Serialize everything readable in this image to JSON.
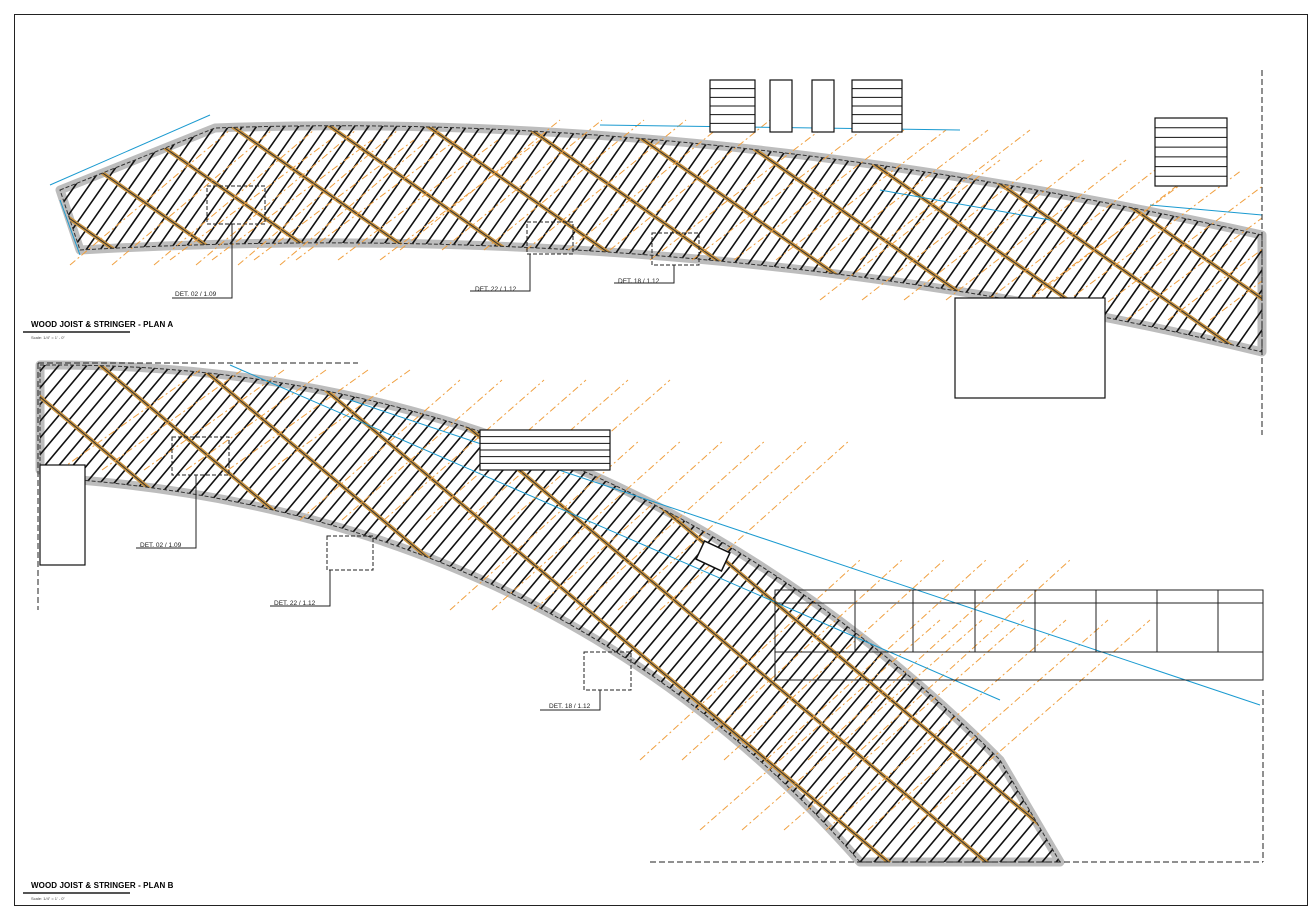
{
  "plans": [
    {
      "title": "WOOD JOIST & STRINGER - PLAN A",
      "scale": "Scale: 1/4\" = 1' - 0\"",
      "details": [
        "DET. 02 / 1.09",
        "DET. 22 / 1.12",
        "DET. 18 / 1.12"
      ]
    },
    {
      "title": "WOOD JOIST & STRINGER - PLAN B",
      "scale": "Scale: 1/4\" = 1' - 0\"",
      "details": [
        "DET. 02 / 1.09",
        "DET. 22 / 1.12",
        "DET. 18 / 1.12"
      ]
    }
  ],
  "colors": {
    "joist": "#111111",
    "stringer": "#c8923f",
    "gridline": "#f0a040",
    "dimension": "#1a9ad0",
    "edge_band": "#bdbdbd"
  }
}
